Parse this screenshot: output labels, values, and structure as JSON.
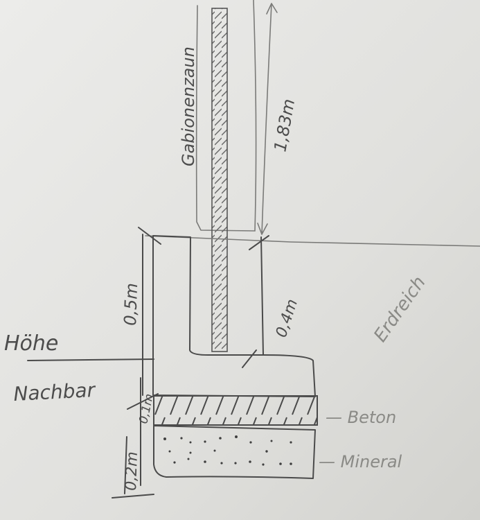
{
  "labels": {
    "fence": "Gabionenzaun",
    "fence_height": "1,83m",
    "foundation_height": "0,5m",
    "trench_depth": "0,4m",
    "soil": "Erdreich",
    "neighbor_line_1": "Höhe",
    "neighbor_line_2": "Nachbar",
    "concrete_thickness": "0,1m",
    "mineral_thickness": "0,2m",
    "concrete": "— Beton",
    "mineral": "— Mineral"
  },
  "colors": {
    "paper": "#e2e2df",
    "pencil": "#4a4a4a"
  }
}
